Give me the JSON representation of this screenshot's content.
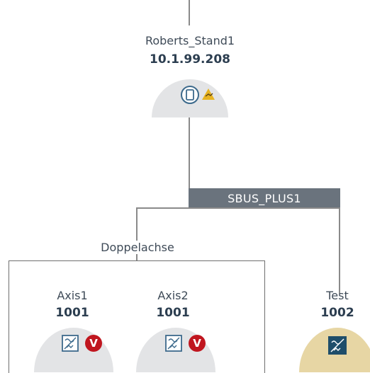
{
  "top_device": {
    "name": "Roberts_Stand1",
    "address": "10.1.99.208",
    "icon": "controller-icon",
    "status_icon": "warning-triangle-icon",
    "status_color": "#e8b422"
  },
  "bus": {
    "label": "SBUS_PLUS1",
    "color": "#6a737d"
  },
  "group": {
    "label": "Doppelachse"
  },
  "devices": [
    {
      "name": "Axis1",
      "id": "1001",
      "icon": "drive-icon",
      "badge": "V",
      "badge_color": "#c0161f"
    },
    {
      "name": "Axis2",
      "id": "1001",
      "icon": "drive-icon",
      "badge": "V",
      "badge_color": "#c0161f"
    },
    {
      "name": "Test",
      "id": "1002",
      "icon": "drive-icon",
      "highlight_color": "#e7d6a4",
      "icon_bg": "#1f4e6a"
    }
  ]
}
